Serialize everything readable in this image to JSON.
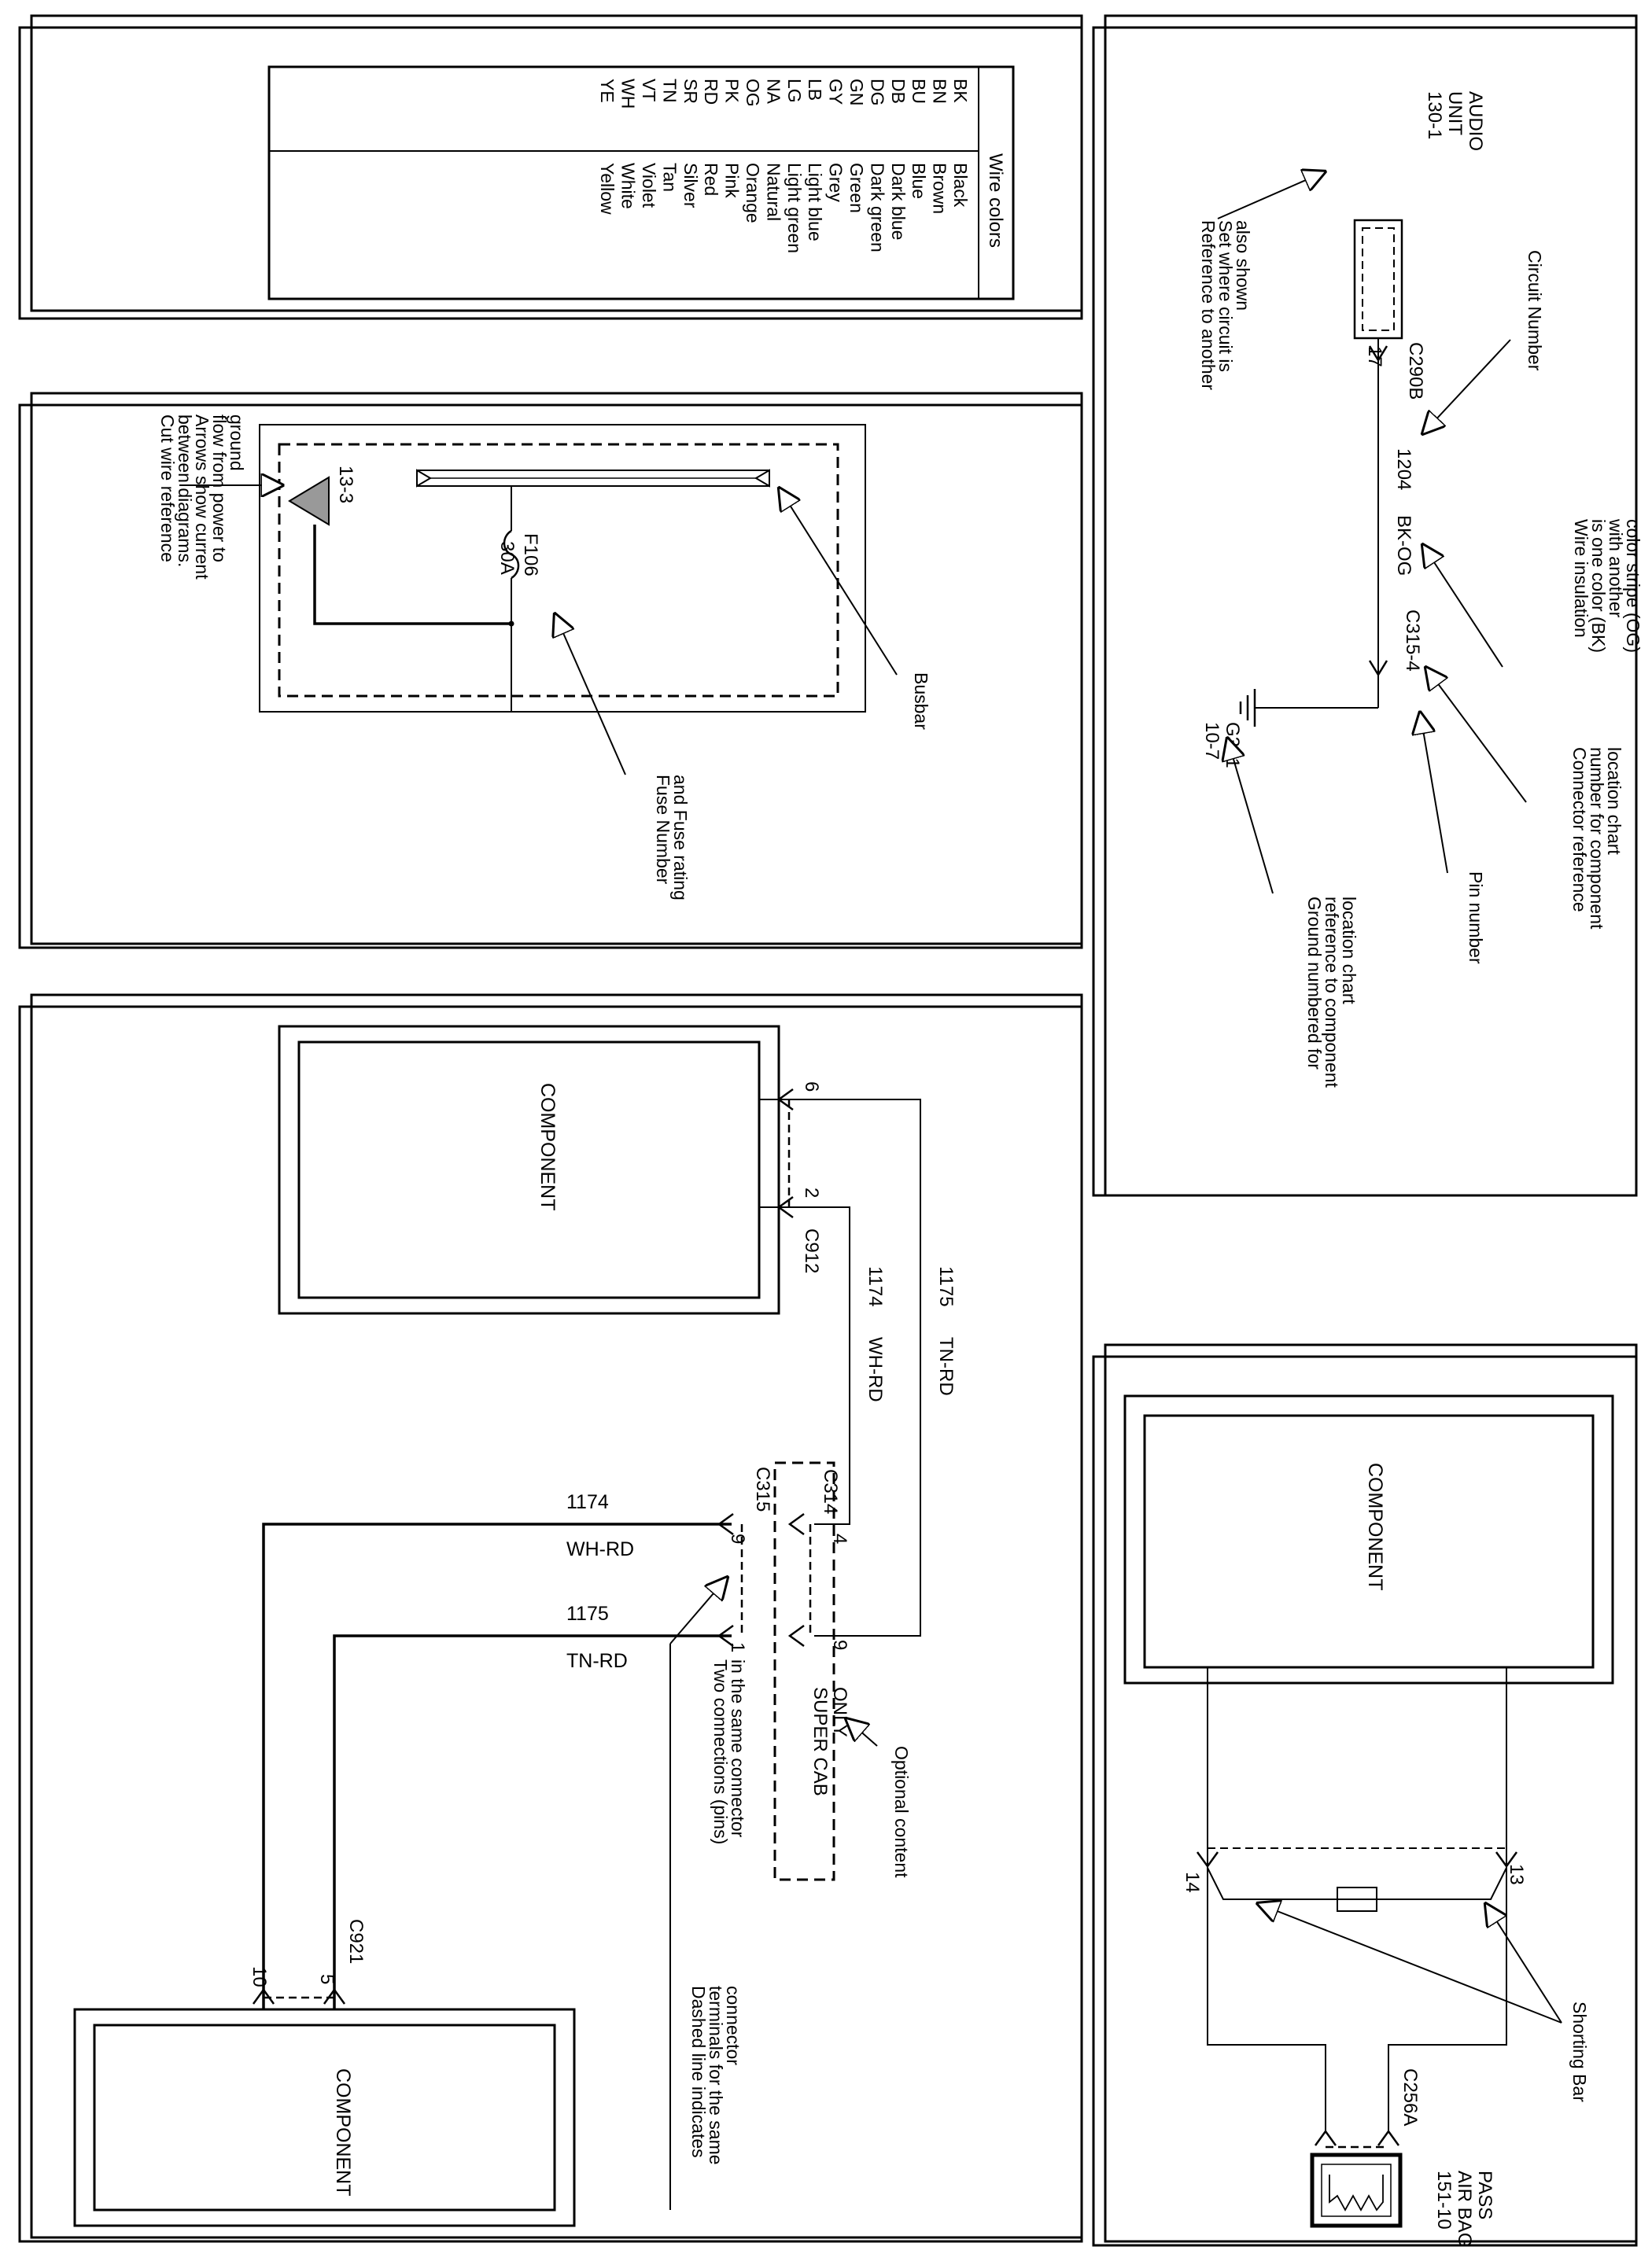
{
  "wire_colors": {
    "title": "Wire colors",
    "items": [
      {
        "code": "BK",
        "name": "Black"
      },
      {
        "code": "BN",
        "name": "Brown"
      },
      {
        "code": "BU",
        "name": "Blue"
      },
      {
        "code": "DB",
        "name": "Dark blue"
      },
      {
        "code": "DG",
        "name": "Dark green"
      },
      {
        "code": "GN",
        "name": "Green"
      },
      {
        "code": "GY",
        "name": "Grey"
      },
      {
        "code": "LB",
        "name": "Light blue"
      },
      {
        "code": "LG",
        "name": "Light green"
      },
      {
        "code": "NA",
        "name": "Natural"
      },
      {
        "code": "OG",
        "name": "Orange"
      },
      {
        "code": "PK",
        "name": "Pink"
      },
      {
        "code": "RD",
        "name": "Red"
      },
      {
        "code": "SR",
        "name": "Silver"
      },
      {
        "code": "TN",
        "name": "Tan"
      },
      {
        "code": "VT",
        "name": "Violet"
      },
      {
        "code": "WH",
        "name": "White"
      },
      {
        "code": "YE",
        "name": "Yellow"
      }
    ]
  },
  "audio_panel": {
    "unit_line1": "AUDIO",
    "unit_line2": "UNIT",
    "unit_ref": "130-1",
    "connector": "C290B",
    "pin": "17",
    "circuit": "1204",
    "wire_color": "BK-OG",
    "connector2": "C315-4",
    "ground": "G301",
    "ground_ref": "10-7",
    "callout_reference": [
      "Reference to another",
      "Set where circuit is",
      "also shown"
    ],
    "callout_circuit": [
      "Circuit Number"
    ],
    "callout_insulation": [
      "Wire insulation",
      "is one color (BK)",
      "with another",
      "color stripe (OG)"
    ],
    "callout_connector": [
      "Connector reference",
      "number for component",
      "location chart"
    ],
    "callout_pin": [
      "Pin number"
    ],
    "callout_ground": [
      "Ground numbered for",
      "reference to component",
      "location chart"
    ]
  },
  "fuse_panel": {
    "cut_ref": "13-3",
    "fuse": "F106",
    "rating": "30A",
    "callout_busbar": [
      "Busbar"
    ],
    "callout_fuse": [
      "Fuse Number",
      "and Fuse rating"
    ],
    "callout_cut": [
      "Cut wire reference",
      "between diagrams.",
      "Arrows show current",
      "flow from power to",
      "ground"
    ]
  },
  "connector_panel": {
    "component_top": "COMPONENT",
    "component_bottom": "COMPONENT",
    "c912": "C912",
    "pin6": "6",
    "pin2": "2",
    "circuit_1175": "1175",
    "color_1175": "TN-RD",
    "circuit_1174": "1174",
    "color_1174": "WH-RD",
    "c314": "C314",
    "c314_pin4": "4",
    "c314_pin9": "9",
    "c315": "C315",
    "c315_pin9": "9",
    "c315_pin1": "1",
    "c921": "C921",
    "c921_pin10": "10",
    "c921_pin5": "5",
    "optional_box": [
      "SUPER CAB",
      "ONLY"
    ],
    "callout_optional": [
      "Optional content"
    ],
    "callout_two": [
      "Two connections (pins)",
      "in the same connector"
    ],
    "callout_dashed": [
      "Dashed line indicates",
      "terminals for the same",
      "connector"
    ]
  },
  "airbag_panel": {
    "component": "COMPONENT",
    "pin13": "13",
    "pin14": "14",
    "connector": "C256A",
    "airbag_line1": "PASS",
    "airbag_line2": "AIR BAG",
    "airbag_ref": "151-10",
    "callout_shorting": [
      "Shorting Bar"
    ]
  }
}
